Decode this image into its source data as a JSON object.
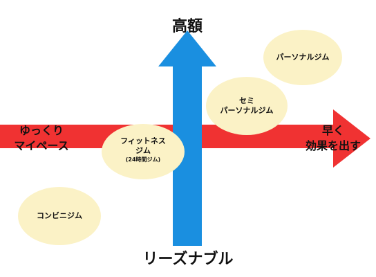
{
  "axes": {
    "top_label": "高額",
    "bottom_label": "リーズナブル",
    "left_label": [
      "ゆっくり",
      "マイペース"
    ],
    "right_label": [
      "早く",
      "効果を出す"
    ]
  },
  "categories": [
    {
      "lines": [
        "パーソナルジム"
      ]
    },
    {
      "lines": [
        "セミ",
        "パーソナルジム"
      ]
    },
    {
      "lines": [
        "フィットネス",
        "ジム"
      ],
      "note": "(24時間ジム)"
    },
    {
      "lines": [
        "コンビニジム"
      ]
    }
  ],
  "colors": {
    "vertical_arrow": "#1a8fe0",
    "horizontal_arrow": "#f03232",
    "bubble": "#fbf2c6",
    "text": "#111111"
  }
}
